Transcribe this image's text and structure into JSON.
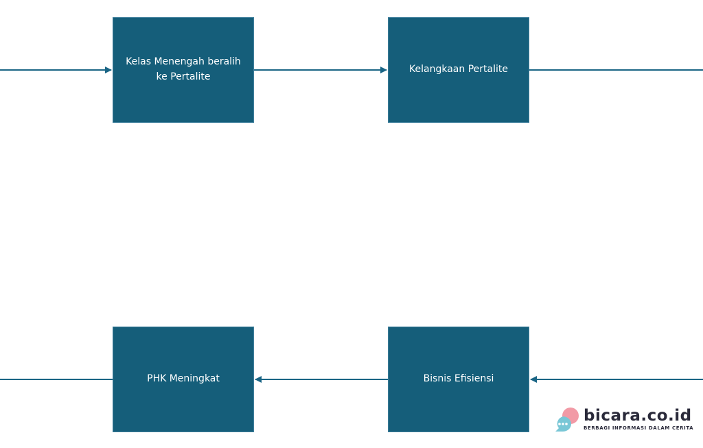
{
  "colors": {
    "node_fill": "#155e7a",
    "edge": "#1a6585",
    "node_text": "#ffffff",
    "brand_text": "#2a2a3a",
    "brand_bubble_pink": "#f29aa6",
    "brand_bubble_teal": "#79c7d6"
  },
  "diagram": {
    "nodes": [
      {
        "id": "n1",
        "label": "Kelas Menengah beralih ke Pertalite"
      },
      {
        "id": "n2",
        "label": "Kelangkaan Pertalite"
      },
      {
        "id": "n3",
        "label": "PHK Meningkat"
      },
      {
        "id": "n4",
        "label": "Bisnis Efisiensi"
      }
    ],
    "edges": [
      {
        "from": "offscreen-left",
        "to": "n1",
        "arrow": "end"
      },
      {
        "from": "n1",
        "to": "n2",
        "arrow": "end"
      },
      {
        "from": "n2",
        "to": "offscreen-right",
        "arrow": "none"
      },
      {
        "from": "offscreen-right",
        "to": "n4",
        "arrow": "end"
      },
      {
        "from": "n4",
        "to": "n3",
        "arrow": "end"
      },
      {
        "from": "n3",
        "to": "offscreen-left",
        "arrow": "none"
      }
    ]
  },
  "brand": {
    "name": "bicara.co.id",
    "tagline": "BERBAGI INFORMASI DALAM CERITA",
    "icon": "chat-bubbles-icon"
  }
}
